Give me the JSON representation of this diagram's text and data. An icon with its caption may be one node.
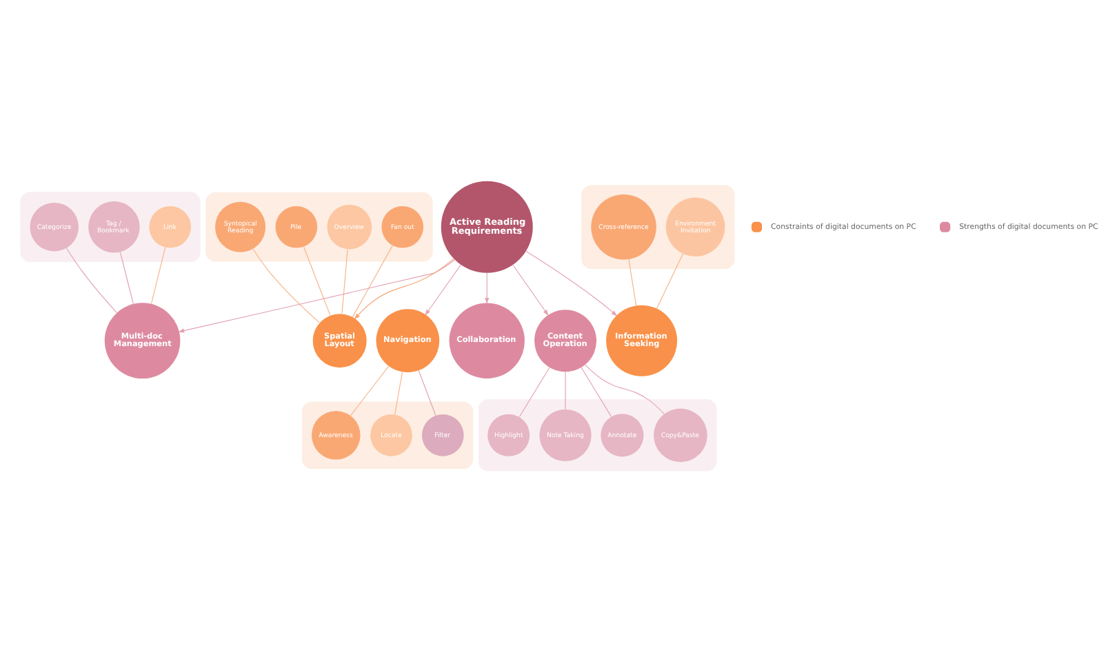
{
  "diagram": {
    "nodes": [
      {
        "text": [],
        "shape": "band"
      },
      {
        "text": [
          "Fan out"
        ],
        "in": 0
      },
      {
        "text": [
          "Overview"
        ],
        "in": 0
      },
      {
        "text": [
          "Pile"
        ],
        "in": 0
      },
      {
        "text": [
          "Syntopical Reading"
        ],
        "in": 0
      },
      {
        "text": [],
        "shape": "band"
      },
      {
        "text": [
          "Environment Invitation"
        ],
        "in": 5
      },
      {
        "text": [
          "Cross-reference"
        ],
        "in": 5
      },
      {
        "text": [
          "Spatial Layout"
        ]
      },
      {
        "text": [
          "Information Seeking"
        ]
      },
      {
        "text": [],
        "shape": "band"
      },
      {
        "text": [
          "Link"
        ],
        "in": 10
      },
      {
        "text": [
          "Tag / Bookmark"
        ],
        "in": 10
      },
      {
        "text": [
          "Categorize"
        ],
        "in": 10
      },
      {
        "text": [],
        "shape": "band"
      },
      {
        "text": [
          "Note Taking"
        ],
        "in": 14
      },
      {
        "text": [
          "Highlight"
        ],
        "in": 14
      },
      {
        "text": [
          "Copy&Paste"
        ],
        "in": 14
      },
      {
        "text": [
          "Annotate"
        ],
        "in": 14
      },
      {
        "text": [
          "Active Reading Requirements"
        ]
      },
      {
        "text": [
          "Multi-doc Management"
        ]
      },
      {
        "text": [
          "Content Operation"
        ]
      },
      {
        "text": [],
        "shape": "band"
      },
      {
        "text": [
          "Awareness"
        ],
        "in": 22
      },
      {
        "text": [
          "Filter"
        ],
        "in": 22
      },
      {
        "text": [
          "Locate"
        ],
        "in": 22
      },
      {
        "text": [
          "Navigation"
        ]
      },
      {
        "text": [
          "Collaboration"
        ]
      }
    ],
    "edges": [
      {
        "from": 19,
        "to": 8,
        "arrow": "to",
        "color": "#f4a77a"
      },
      {
        "from": 19,
        "to": 9,
        "arrow": "to"
      },
      {
        "from": 19,
        "to": 20,
        "arrow": "to"
      },
      {
        "from": 19,
        "to": 21,
        "arrow": "to"
      },
      {
        "from": 19,
        "to": 26,
        "arrow": "to"
      },
      {
        "from": 19,
        "to": 27,
        "arrow": "to"
      },
      {
        "from": 4,
        "to": 8,
        "arrow": "none",
        "color": "#f7b58a"
      },
      {
        "from": 3,
        "to": 8,
        "arrow": "none",
        "color": "#f7b58a"
      },
      {
        "from": 1,
        "to": 8,
        "arrow": "none",
        "color": "#f7b58a"
      },
      {
        "from": 2,
        "to": 8,
        "arrow": "none",
        "color": "#f7b58a"
      },
      {
        "from": 6,
        "to": 9,
        "arrow": "none",
        "color": "#f7b58a"
      },
      {
        "from": 7,
        "to": 9,
        "arrow": "none",
        "color": "#f7b58a"
      },
      {
        "from": 11,
        "to": 20,
        "arrow": "none",
        "color": "#f7b58a"
      },
      {
        "from": 12,
        "to": 20,
        "arrow": "none"
      },
      {
        "from": 13,
        "to": 20,
        "arrow": "none"
      },
      {
        "from": 21,
        "to": 15,
        "arrow": "none"
      },
      {
        "from": 21,
        "to": 16,
        "arrow": "none"
      },
      {
        "from": 21,
        "to": 17,
        "arrow": "none"
      },
      {
        "from": 21,
        "to": 18,
        "arrow": "none"
      },
      {
        "from": 26,
        "to": 23,
        "arrow": "none",
        "color": "#f7b58a"
      },
      {
        "from": 26,
        "to": 24,
        "arrow": "none"
      },
      {
        "from": 26,
        "to": 25,
        "arrow": "none",
        "color": "#f7b58a"
      }
    ],
    "legend": [
      {
        "text": "Constraints of digital documents on PC",
        "color": "#f9914a"
      },
      {
        "text": "Strengths of digital documents on PC",
        "color": "#dd8aa0"
      }
    ]
  }
}
